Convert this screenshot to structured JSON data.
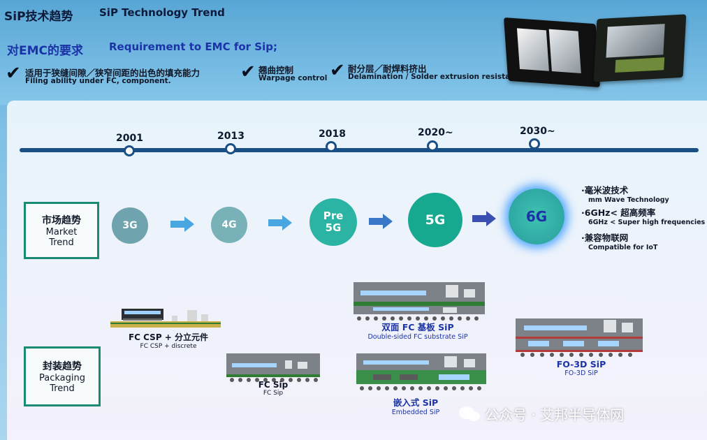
{
  "header": {
    "title_cn": "SiP技术趋势",
    "title_en": "SiP Technology Trend"
  },
  "requirement": {
    "title_cn": "对EMC的要求",
    "title_en": "Requirement to EMC for Sip;",
    "items": [
      {
        "cn": "适用于狭缝间隙／狭窄间距的出色的填充能力",
        "en": "Filing ability under FC, component."
      },
      {
        "cn": "翘曲控制",
        "en": "Warpage control"
      },
      {
        "cn": "耐分层／耐焊料挤出",
        "en": "Delamination / Solder extrusion resistance"
      }
    ]
  },
  "timeline": {
    "years": [
      "2001",
      "2013",
      "2018",
      "2020~",
      "2030~"
    ]
  },
  "market": {
    "label_cn": "市场趋势",
    "label_en_1": "Market",
    "label_en_2": "Trend",
    "generations": [
      {
        "label_1": "3G",
        "label_2": "",
        "color": "#6fa3ad"
      },
      {
        "label_1": "4G",
        "label_2": "",
        "color": "#79b1b8"
      },
      {
        "label_1": "Pre",
        "label_2": "5G",
        "color": "#2bb3a3"
      },
      {
        "label_1": "5G",
        "label_2": "",
        "color": "#17a98f"
      },
      {
        "label_1": "6G",
        "label_2": "",
        "color": "#3fb9a7"
      }
    ],
    "features": [
      {
        "cn": "毫米波技术",
        "en": "mm Wave Technology"
      },
      {
        "cn": "6GHz< 超高频率",
        "en": "6GHz < Super high frequencies"
      },
      {
        "cn": "兼容物联网",
        "en": "Compatible for IoT"
      }
    ]
  },
  "packaging": {
    "label_cn": "封装趋势",
    "label_en_1": "Packaging",
    "label_en_2": "Trend",
    "items": [
      {
        "cn": "FC CSP + 分立元件",
        "en": "FC CSP + discrete"
      },
      {
        "cn": "FC Sip",
        "en": "FC Sip"
      },
      {
        "cn": "双面 FC 基板 SiP",
        "en": "Double-sided FC substrate SiP"
      },
      {
        "cn": "嵌入式 SiP",
        "en": "Embedded SiP"
      },
      {
        "cn": "FO-3D SiP",
        "en": "FO-3D SiP"
      }
    ]
  },
  "watermark": {
    "text": "公众号 · 艾邦半导体网"
  },
  "colors": {
    "timeline": "#1a4f86",
    "box_border": "#1b8a72",
    "arrow_light": "#4aa6e0",
    "arrow_dark": "#3a4fb0",
    "blue_text": "#1b33a7"
  }
}
